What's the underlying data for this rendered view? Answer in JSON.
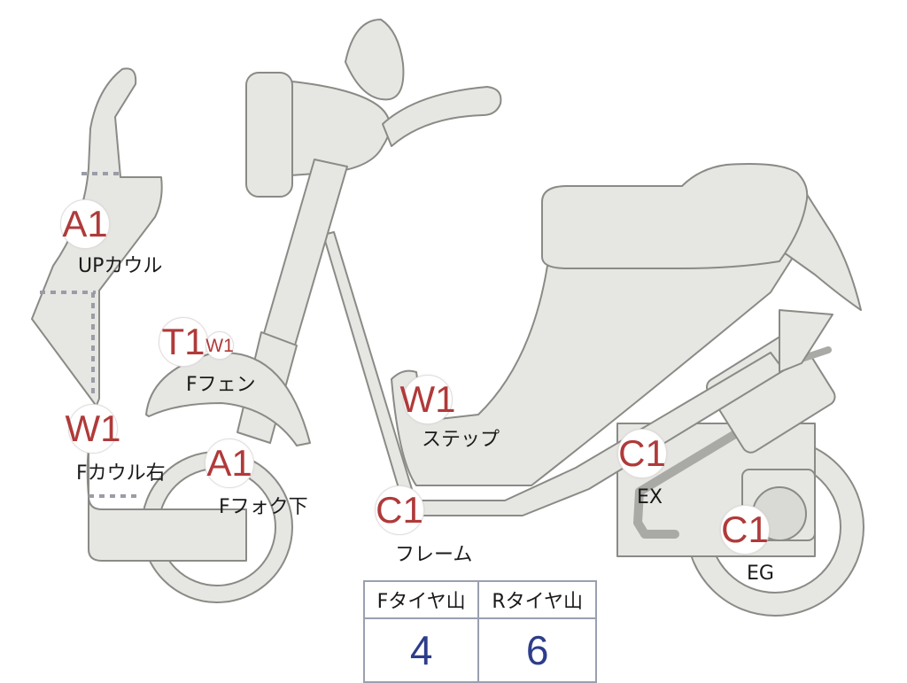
{
  "markers": {
    "upcowl": {
      "code": "A1",
      "label": "UPカウル"
    },
    "ffender": {
      "code": "T1",
      "code2": "W1",
      "label": "Fフェン"
    },
    "fcowl_right": {
      "code": "W1",
      "label": "Fカウル右"
    },
    "ffork_lower": {
      "code": "A1",
      "label": "Fフォク下"
    },
    "step": {
      "code": "W1",
      "label": "ステップ"
    },
    "frame": {
      "code": "C1",
      "label": "フレーム"
    },
    "exhaust": {
      "code": "C1",
      "label": "EX"
    },
    "engine": {
      "code": "C1",
      "label": "EG"
    }
  },
  "tread_table": {
    "headers": [
      "Fタイヤ山",
      "Rタイヤ山"
    ],
    "values": [
      "4",
      "6"
    ]
  },
  "colors": {
    "code_text": "#b03a3a",
    "table_value": "#2e3d8a",
    "part_fill": "#e6e6e2"
  }
}
